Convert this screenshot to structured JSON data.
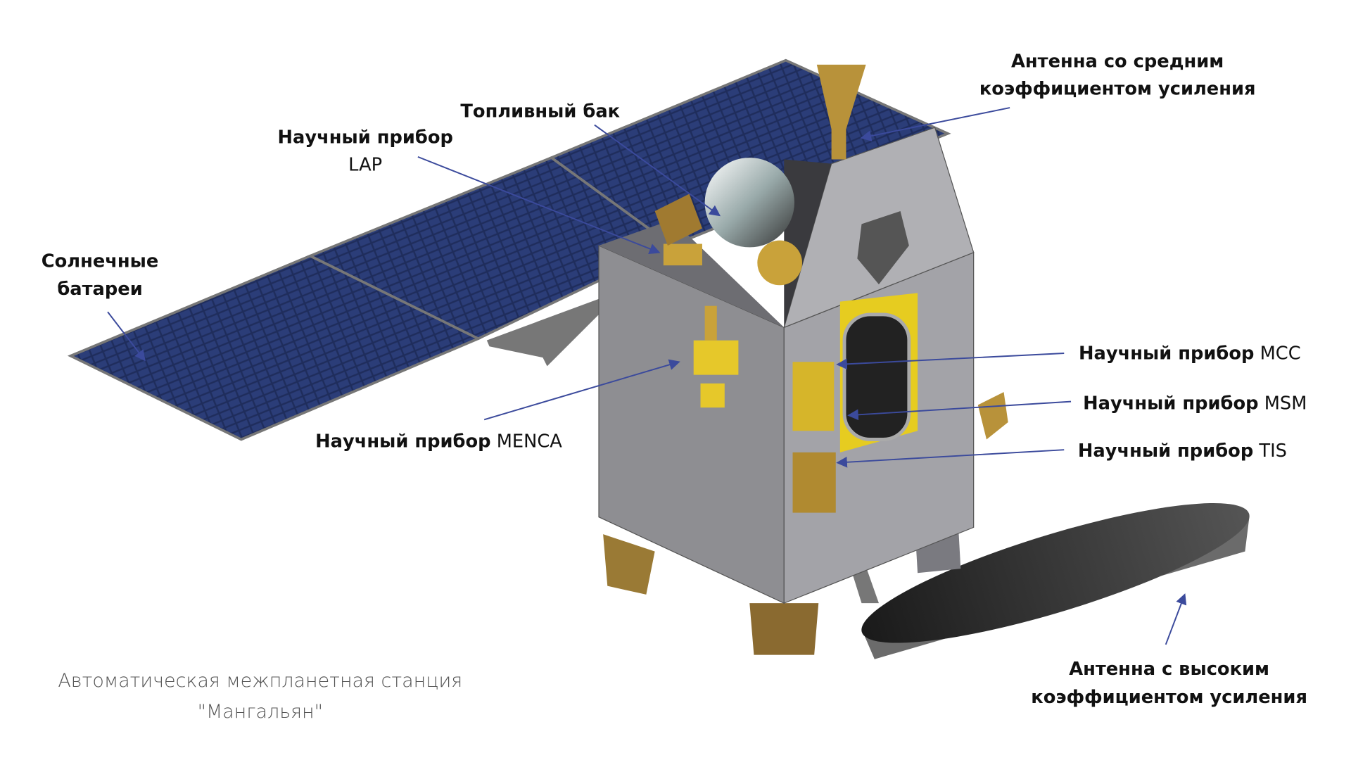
{
  "labels": {
    "medium_gain_antenna": {
      "line1": "Антенна со средним",
      "line2": "коэффициентом усиления"
    },
    "fuel_tank": "Топливный бак",
    "lap": {
      "line1": "Научный прибор",
      "line2": "LAP"
    },
    "solar_panels": {
      "line1": "Солнечные",
      "line2": "батареи"
    },
    "mcc": {
      "bold": "Научный прибор",
      "name": "MCC"
    },
    "msm": {
      "bold": "Научный прибор",
      "name": "MSM"
    },
    "tis": {
      "bold": "Научный прибор",
      "name": "TIS"
    },
    "menca": {
      "bold": "Научный прибор",
      "name": "MENCA"
    },
    "high_gain_antenna": {
      "line1": "Антенна с высоким",
      "line2": "коэффициентом усиления"
    }
  },
  "caption": {
    "line1": "Автоматическая межпланетная станция",
    "line2": "\"Мангальян\""
  },
  "colors": {
    "arrow": "#3b4a9c",
    "panel": "#1d2a55",
    "body": "#8c8c90",
    "gold": "#c9a23a"
  }
}
